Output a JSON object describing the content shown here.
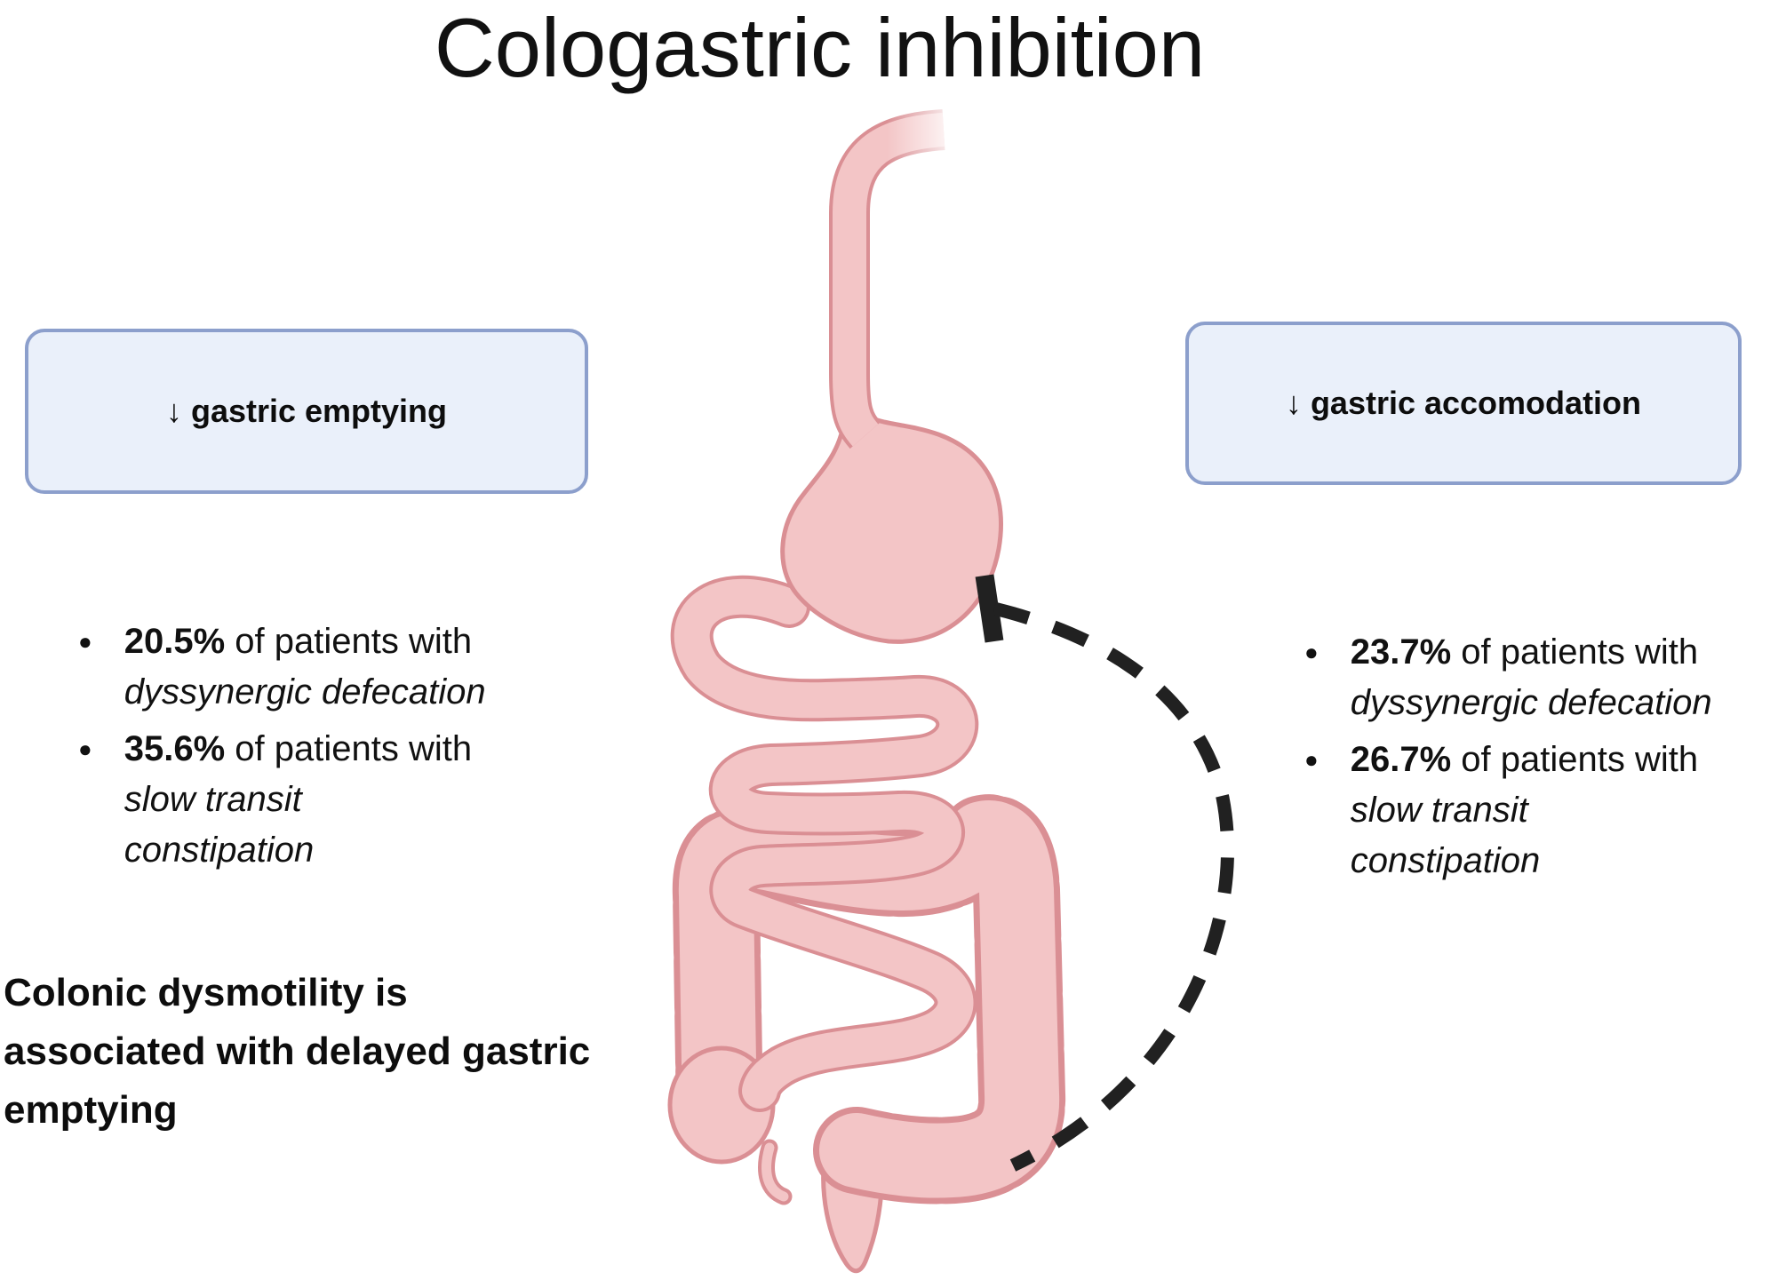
{
  "title": "Cologastric inhibition",
  "boxes": {
    "left": {
      "label": "↓ gastric emptying"
    },
    "right": {
      "label": "↓ gastric accomodation"
    }
  },
  "bullets": {
    "left": [
      {
        "stat": "20.5%",
        "rest": " of patients with",
        "condition": "dyssynergic defecation"
      },
      {
        "stat": "35.6%",
        "rest": " of patients with",
        "condition": "slow transit\nconstipation"
      }
    ],
    "right": [
      {
        "stat": "23.7%",
        "rest": " of patients with",
        "condition": "dyssynergic defecation"
      },
      {
        "stat": "26.7%",
        "rest": " of patients with",
        "condition": "slow transit\nconstipation"
      }
    ]
  },
  "footnote": "Colonic dysmotility is\nassociated with delayed gastric\nemptying",
  "icons": {
    "bullet": "●"
  },
  "illustration": {
    "description": "gastrointestinal tract with dashed arc from colon to stomach",
    "parts": [
      "esophagus",
      "stomach",
      "duodenum",
      "small-intestine",
      "colon",
      "cecum",
      "appendix",
      "rectum"
    ],
    "annotation": "cologastric-inhibition-dashed-arc"
  },
  "colors": {
    "organ_fill": "#F3C5C6",
    "organ_outline": "#DA8F94",
    "box_fill": "#EAF0FA",
    "box_border": "#8C9FCC",
    "dash": "#212121",
    "text": "#111111"
  }
}
